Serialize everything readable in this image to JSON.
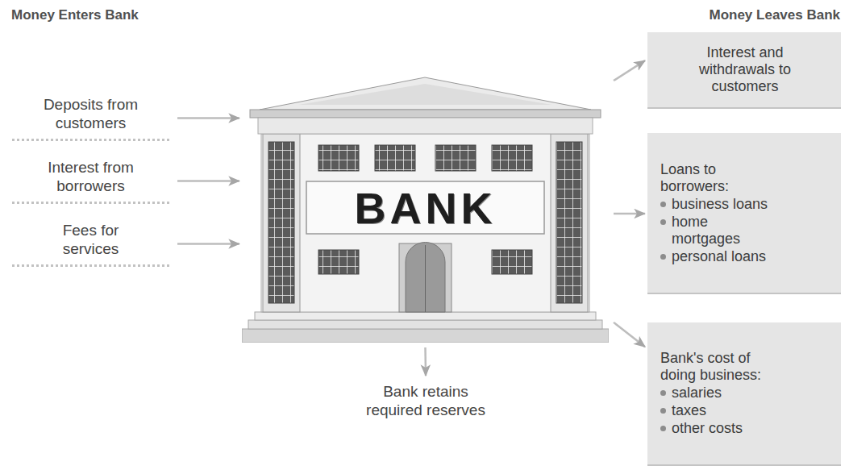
{
  "diagram": {
    "nodes": [
      {
        "text": [
          "Deposits from customers"
        ]
      },
      {
        "text": [
          "Interest from borrowers"
        ]
      },
      {
        "text": [
          "Fees for services"
        ]
      },
      {
        "text": [
          "BANK"
        ]
      },
      {
        "text": [
          "Interest and withdrawals to customers"
        ]
      },
      {
        "text": [
          "Loans to borrowers:",
          "business loans",
          "home mortgages",
          "personal loans"
        ]
      },
      {
        "text": [
          "Bank's cost of doing business:",
          "salaries",
          "taxes",
          "other costs"
        ]
      },
      {
        "text": [
          "Bank retains required reserves"
        ]
      }
    ],
    "edges": [
      {
        "from": 0,
        "to": 3,
        "arrow": "to"
      },
      {
        "from": 1,
        "to": 3,
        "arrow": "to"
      },
      {
        "from": 2,
        "to": 3,
        "arrow": "to"
      },
      {
        "from": 3,
        "to": 4,
        "arrow": "to"
      },
      {
        "from": 3,
        "to": 5,
        "arrow": "to"
      },
      {
        "from": 3,
        "to": 6,
        "arrow": "to"
      },
      {
        "from": 3,
        "to": 7,
        "arrow": "to"
      }
    ],
    "labels": [
      "Money Enters Bank",
      "Money Leaves Bank"
    ]
  }
}
